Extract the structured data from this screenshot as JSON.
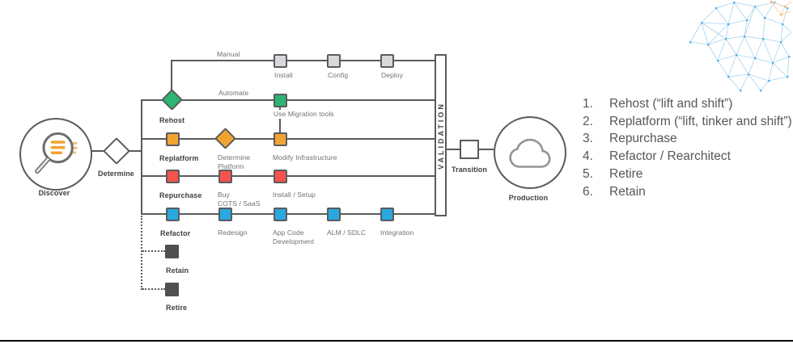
{
  "colors": {
    "line": "#5A5B5E",
    "label_gray": "#707173",
    "label_dark": "#3F4042",
    "list_gray": "#55565A",
    "rehost_green": "#2BB673",
    "replatform_orange": "#F2A432",
    "repurchase_red": "#F6534E",
    "refactor_blue": "#29A8DF",
    "manual_gray": "#D8D9DA",
    "retain_dark": "#4F5052",
    "magnifier_orange": "#F0A431",
    "magnifier_orange_light": "#F3BF7E",
    "cloud_gray": "#929497",
    "mesh_blue": "#A6D4EE",
    "mesh_node": "#59B1E3",
    "mesh_orange": "#F8CD9B",
    "mesh_onode": "#F3AF62"
  },
  "icons": {
    "discover": "magnifier-icon",
    "production": "cloud-icon",
    "decoration": "network-mesh"
  },
  "diagram": {
    "discover_label": "Discover",
    "determine_label": "Determine",
    "manual_label": "Manual",
    "automate_label": "Automate",
    "install_label": "Install",
    "config_label": "Config",
    "deploy_label": "Deploy",
    "rehost_label": "Rehost",
    "use_migration_tools_label": "Use Migration tools",
    "replatform_label": "Replatform",
    "determine_platform_label": "Determine\nPlatform",
    "modify_infrastructure_label": "Modify Infrastructure",
    "repurchase_label": "Repurchase",
    "buy_cots_label": "Buy\nCOTS / SaaS",
    "install_setup_label": "Install / Setup",
    "refactor_label": "Refactor",
    "redesign_label": "Redesign",
    "app_code_label": "App Code\nDevelopment",
    "alm_sdlc_label": "ALM / SDLC",
    "integration_label": "Integration",
    "retain_label": "Retain",
    "retire_label": "Retire",
    "validation_label": "VALIDATION",
    "transition_label": "Transition",
    "production_label": "Production"
  },
  "migration_list": {
    "items": [
      {
        "number": "1.",
        "label": "Rehost (“lift and shift”)"
      },
      {
        "number": "2.",
        "label": "Replatform (“lift, tinker and shift”)"
      },
      {
        "number": "3.",
        "label": "Repurchase"
      },
      {
        "number": "4.",
        "label": "Refactor / Rearchitect"
      },
      {
        "number": "5.",
        "label": "Retire"
      },
      {
        "number": "6.",
        "label": "Retain"
      }
    ]
  }
}
